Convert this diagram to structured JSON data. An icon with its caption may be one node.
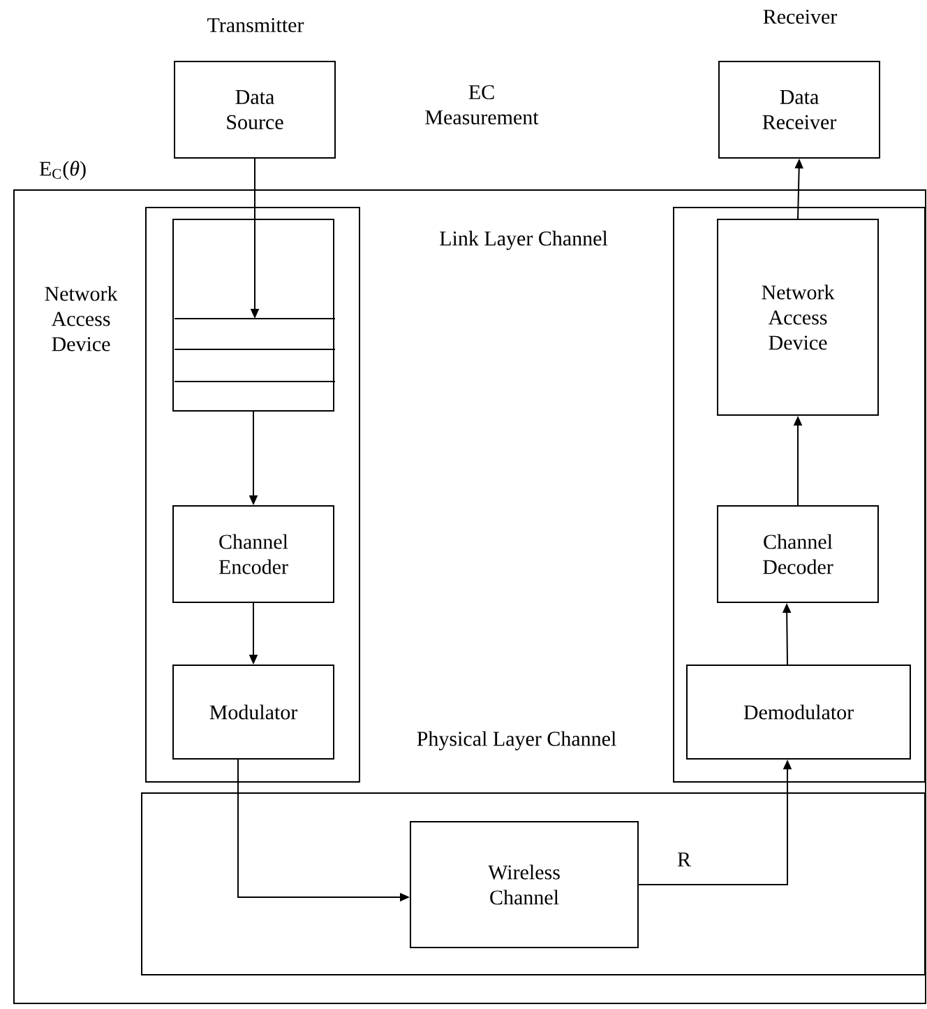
{
  "diagram": {
    "nodes": [
      {
        "text": [
          "Data Source"
        ]
      },
      {
        "text": [
          "Data Receiver"
        ]
      },
      {
        "text": [],
        "shape": "box"
      },
      {
        "text": [],
        "shape": "box",
        "in": 2
      },
      {
        "text": [],
        "shape": "box",
        "in": 3
      },
      {
        "text": [
          "Channel Encoder"
        ],
        "in": 3
      },
      {
        "text": [
          "Modulator"
        ],
        "in": 3
      },
      {
        "text": [],
        "shape": "box",
        "in": 2
      },
      {
        "text": [
          "Network Access Device"
        ],
        "in": 7
      },
      {
        "text": [
          "Channel Decoder"
        ],
        "in": 7
      },
      {
        "text": [
          "Demodulator"
        ],
        "in": 7
      },
      {
        "text": [],
        "shape": "box",
        "in": 2
      },
      {
        "text": [
          "Wireless Channel"
        ],
        "in": 11
      }
    ],
    "edges": [
      {
        "from": 0,
        "to": 4,
        "arrow": "to"
      },
      {
        "from": 4,
        "to": 5,
        "arrow": "to"
      },
      {
        "from": 5,
        "to": 6,
        "arrow": "to"
      },
      {
        "from": 6,
        "to": 12,
        "arrow": "to"
      },
      {
        "from": 12,
        "to": 10,
        "arrow": "to",
        "label": "R"
      },
      {
        "from": 10,
        "to": 9,
        "arrow": "to"
      },
      {
        "from": 9,
        "to": 8,
        "arrow": "to"
      },
      {
        "from": 8,
        "to": 1,
        "arrow": "to"
      }
    ],
    "labels": [
      "Transmitter",
      "Receiver",
      "EC Measurement",
      "E$_{C}$(*θ*)",
      "Network Access Device",
      "Link Layer Channel",
      "Physical Layer Channel"
    ]
  }
}
